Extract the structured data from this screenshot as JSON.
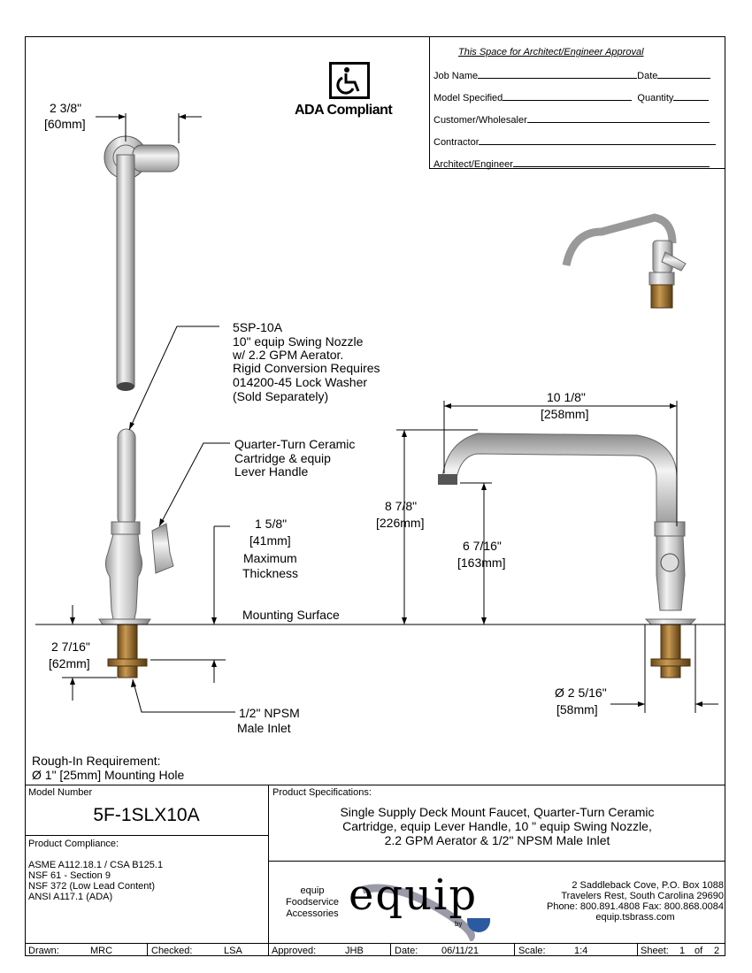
{
  "approval": {
    "header": "This Space for Architect/Engineer Approval",
    "job_name": "Job Name",
    "date": "Date",
    "model_specified": "Model Specified",
    "quantity": "Quantity",
    "customer": "Customer/Wholesaler",
    "contractor": "Contractor",
    "architect": "Architect/Engineer"
  },
  "ada": {
    "label": "ADA Compliant",
    "icon": "wheelchair-icon"
  },
  "dimensions": {
    "top_width_in": "2 3/8\"",
    "top_width_mm": "[60mm]",
    "nozzle_len_in": "10 1/8\"",
    "nozzle_len_mm": "[258mm]",
    "height_in": "8 7/8\"",
    "height_mm": "[226mm]",
    "spout_height_in": "6 7/16\"",
    "spout_height_mm": "[163mm]",
    "max_thick_in": "1 5/8\"",
    "max_thick_mm": "[41mm]",
    "max_thick_label1": "Maximum",
    "max_thick_label2": "Thickness",
    "shank_in": "2 7/16\"",
    "shank_mm": "[62mm]",
    "base_in": "Ø 2 5/16\"",
    "base_mm": "[58mm]"
  },
  "callouts": {
    "nozzle_l1": "5SP-10A",
    "nozzle_l2": "10\" equip Swing Nozzle",
    "nozzle_l3": "w/ 2.2 GPM Aerator.",
    "nozzle_l4": "Rigid Conversion Requires",
    "nozzle_l5": "014200-45 Lock Washer",
    "nozzle_l6": "(Sold Separately)",
    "cartridge_l1": "Quarter-Turn Ceramic",
    "cartridge_l2": "Cartridge & equip",
    "cartridge_l3": "Lever Handle",
    "mounting_surface": "Mounting Surface",
    "inlet_l1": "1/2\" NPSM",
    "inlet_l2": "Male Inlet",
    "rough_in_l1": "Rough-In Requirement:",
    "rough_in_l2": "Ø 1\" [25mm] Mounting Hole"
  },
  "title_block": {
    "model_number_label": "Model Number",
    "model_number": "5F-1SLX10A",
    "compliance_label": "Product Compliance:",
    "compliance": [
      "ASME A112.18.1 / CSA B125.1",
      "NSF 61 - Section 9",
      "NSF 372 (Low Lead Content)",
      "ANSI A117.1 (ADA)"
    ],
    "spec_label": "Product Specifications:",
    "spec_l1": "Single Supply Deck Mount Faucet, Quarter-Turn Ceramic",
    "spec_l2": "Cartridge, equip Lever Handle, 10 \" equip Swing Nozzle,",
    "spec_l3": "2.2 GPM Aerator & 1/2\" NPSM Male Inlet",
    "brand_l1": "equip",
    "brand_l2": "Foodservice",
    "brand_l3": "Accessories",
    "logo_text": "equip",
    "logo_by": "by",
    "addr_l1": "2 Saddleback Cove, P.O. Box 1088",
    "addr_l2": "Travelers Rest, South Carolina 29690",
    "addr_l3": "Phone: 800.891.4808  Fax: 800.868.0084",
    "addr_l4": "equip.tsbrass.com",
    "drawn_label": "Drawn:",
    "drawn": "MRC",
    "checked_label": "Checked:",
    "checked": "LSA",
    "approved_label": "Approved:",
    "approved": "JHB",
    "date_label": "Date:",
    "date": "06/11/21",
    "scale_label": "Scale:",
    "scale": "1:4",
    "sheet_label": "Sheet:",
    "sheet": "1",
    "of_label": "of",
    "sheet_total": "2"
  }
}
